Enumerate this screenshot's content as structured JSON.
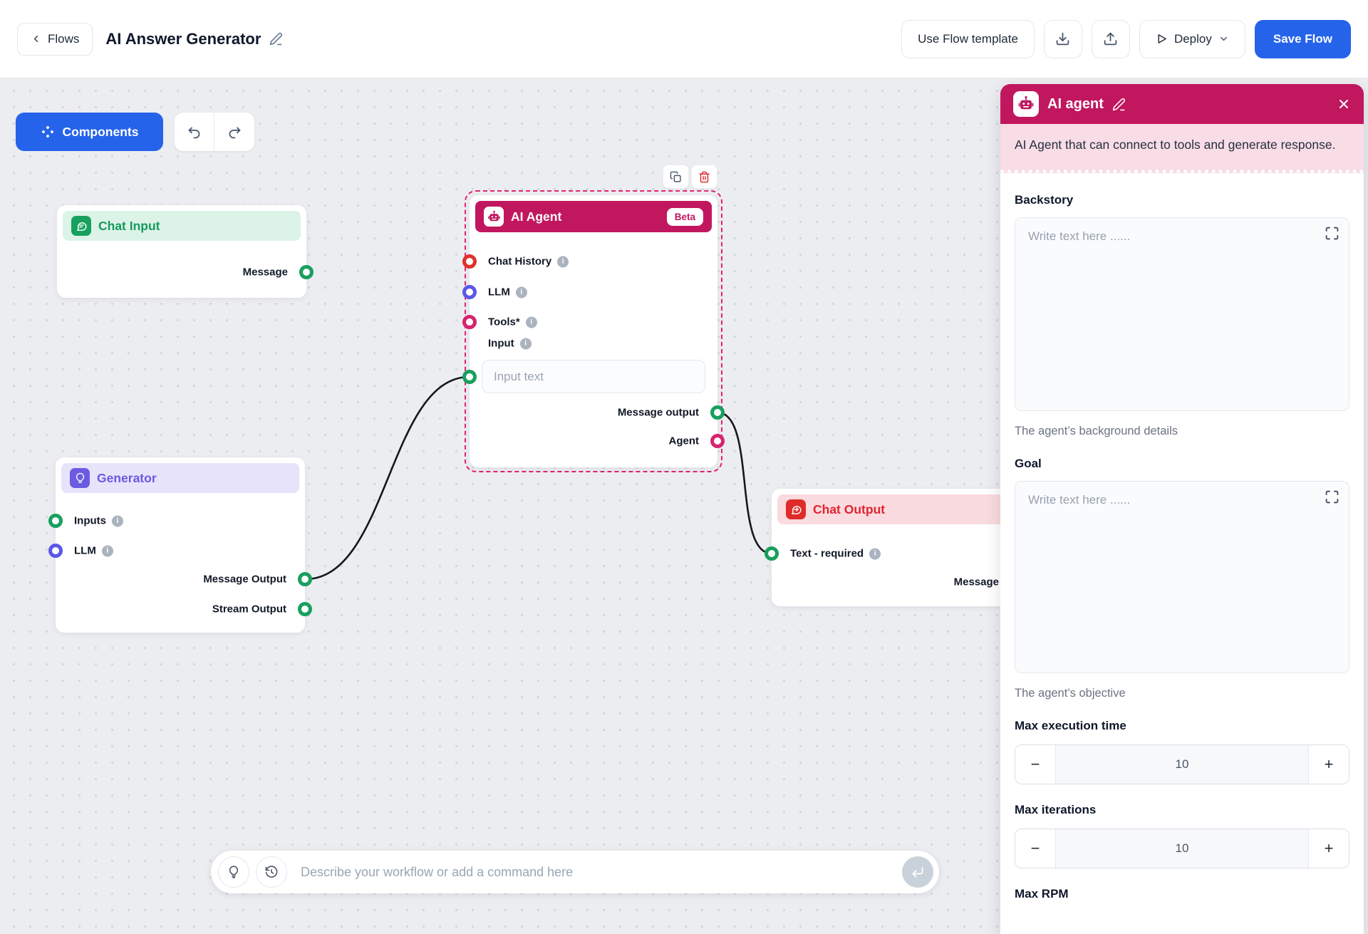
{
  "topbar": {
    "back_label": "Flows",
    "title": "AI Answer Generator",
    "use_flow_template": "Use Flow template",
    "deploy_label": "Deploy",
    "save_label": "Save Flow"
  },
  "canvas_toolbar": {
    "components_label": "Components"
  },
  "nodes": {
    "chat_input": {
      "title": "Chat Input",
      "output_label": "Message"
    },
    "generator": {
      "title": "Generator",
      "input_labels": [
        "Inputs",
        "LLM"
      ],
      "output_labels": [
        "Message Output",
        "Stream Output"
      ]
    },
    "ai_agent": {
      "title": "AI Agent",
      "badge": "Beta",
      "port_chat_history": "Chat History",
      "port_llm": "LLM",
      "port_tools": "Tools*",
      "port_input": "Input",
      "input_placeholder": "Input text",
      "out_message": "Message output",
      "out_agent": "Agent"
    },
    "chat_output": {
      "title": "Chat Output",
      "port_text": "Text - required",
      "out_message": "Message"
    }
  },
  "panel": {
    "title": "AI agent",
    "description": "AI Agent that can connect to tools and generate response.",
    "fields": [
      {
        "label": "Backstory",
        "placeholder": "Write text here ......",
        "helper": "The agent’s background details"
      },
      {
        "label": "Goal",
        "placeholder": "Write text here ......",
        "helper": "The agent’s objective"
      }
    ],
    "steppers": [
      {
        "label": "Max execution time",
        "value": "10"
      },
      {
        "label": "Max iterations",
        "value": "10"
      }
    ],
    "max_rpm_label": "Max RPM"
  },
  "command_bar": {
    "placeholder": "Describe your workflow or add a command here"
  },
  "ui": {
    "minus": "−",
    "plus": "+"
  },
  "colors": {
    "accent_blue": "#2563EB",
    "magenta": "#C1175F",
    "selection_pink": "#E0246E",
    "green": "#18A05E",
    "purple": "#6C5BE2",
    "red": "#E02B2B",
    "indigo": "#5B57E8",
    "pink_port": "#D6246E",
    "edge": "#15171C"
  }
}
